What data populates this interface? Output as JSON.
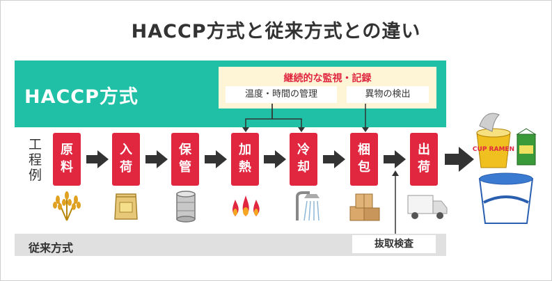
{
  "title": "HACCP方式と従来方式との違い",
  "haccp": {
    "label": "HACCP方式",
    "monitoring_title": "継続的な監視・記録",
    "temp_time": "温度・時間の管理",
    "foreign_matter": "異物の検出"
  },
  "process_label": [
    "工",
    "程",
    "例"
  ],
  "steps": [
    {
      "l1": "原",
      "l2": "料"
    },
    {
      "l1": "入",
      "l2": "荷"
    },
    {
      "l1": "保",
      "l2": "管"
    },
    {
      "l1": "加",
      "l2": "熱"
    },
    {
      "l1": "冷",
      "l2": "却"
    },
    {
      "l1": "梱",
      "l2": "包"
    },
    {
      "l1": "出",
      "l2": "荷"
    }
  ],
  "traditional": {
    "label": "従来方式",
    "inspection": "抜取検査"
  },
  "cup_text": "CUP RAMEN",
  "colors": {
    "haccp_band": "#1fc0a5",
    "step_red": "#e0273f",
    "monitor_bg": "#fdf5d6",
    "traditional_band": "#e0e0e0",
    "arrow": "#333333"
  }
}
